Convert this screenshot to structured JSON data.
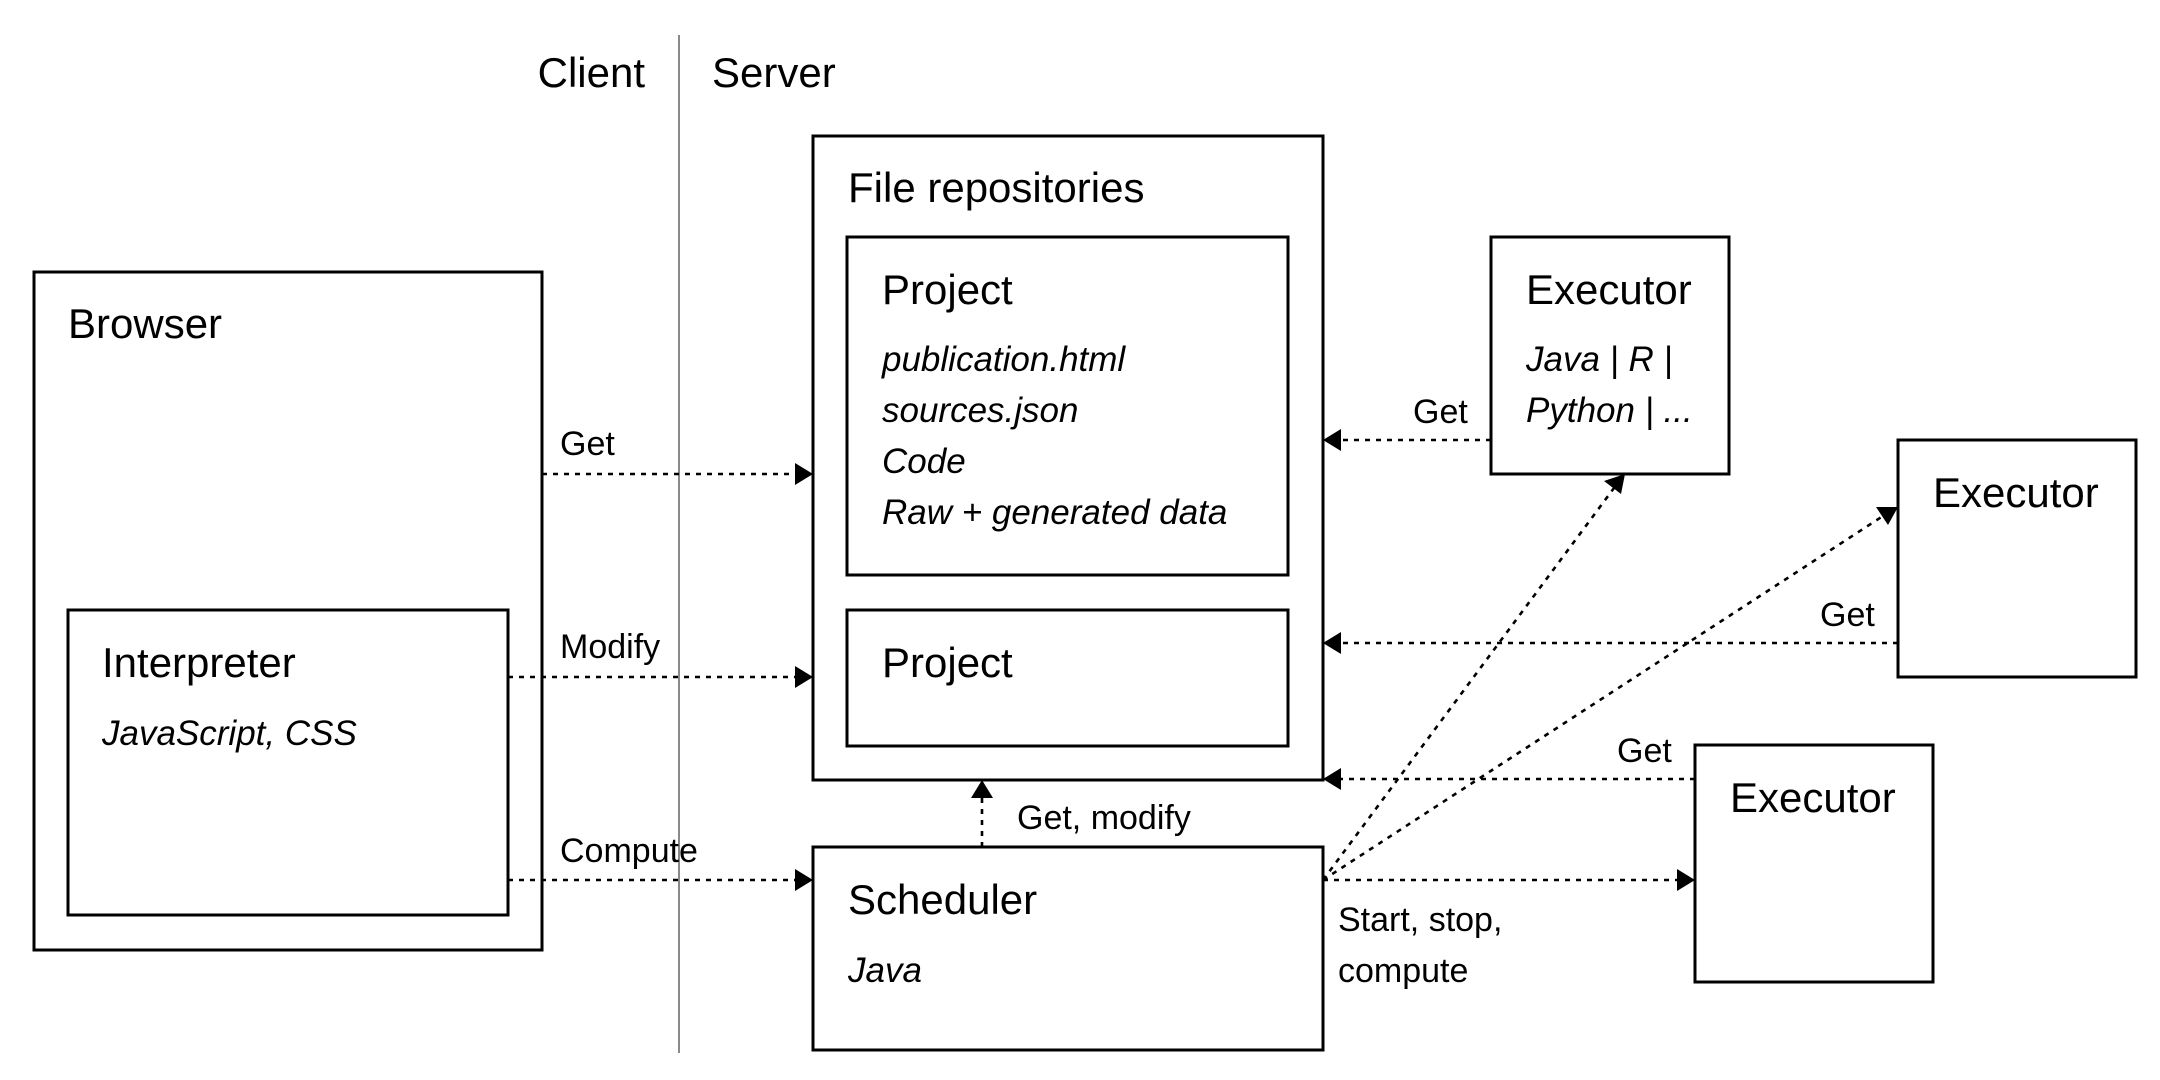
{
  "header": {
    "client": "Client",
    "server": "Server"
  },
  "browser": {
    "title": "Browser",
    "interpreter": {
      "title": "Interpreter",
      "subtitle": "JavaScript, CSS"
    }
  },
  "file_repositories": {
    "title": "File repositories",
    "project1": {
      "title": "Project",
      "items": [
        "publication.html",
        "sources.json",
        "Code",
        "Raw + generated data"
      ]
    },
    "project2": {
      "title": "Project"
    }
  },
  "scheduler": {
    "title": "Scheduler",
    "subtitle": "Java"
  },
  "executors": [
    {
      "title": "Executor",
      "lines": [
        "Java | R |",
        "Python | ..."
      ]
    },
    {
      "title": "Executor",
      "lines": []
    },
    {
      "title": "Executor",
      "lines": []
    }
  ],
  "edges": {
    "browser_get": "Get",
    "interpreter_modify": "Modify",
    "interpreter_compute": "Compute",
    "scheduler_get_modify": "Get, modify",
    "executor1_get": "Get",
    "executor2_get": "Get",
    "executor3_get": "Get",
    "scheduler_start_stop_1": "Start, stop,",
    "scheduler_start_stop_2": "compute"
  }
}
